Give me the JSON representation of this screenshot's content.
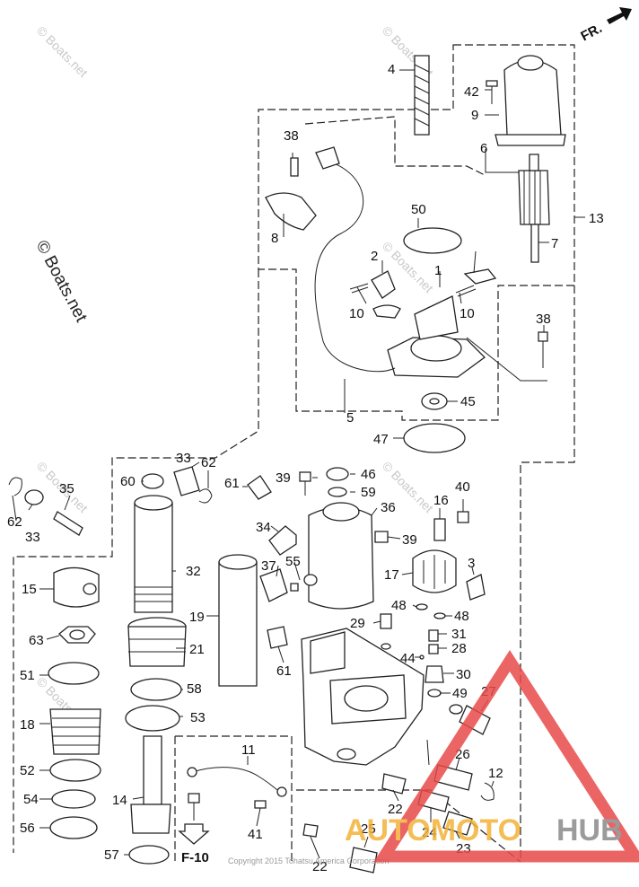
{
  "watermark": {
    "side_text": "© Boats.net",
    "tile_text": "© Boats.net"
  },
  "front_indicator": {
    "label": "FR."
  },
  "reference": {
    "label": "F-10"
  },
  "copyright": "Copyright 2015 Tohatsu America Corporation",
  "brand": {
    "part1": "AUTOMOTO",
    "part2": "HUB"
  },
  "callouts": [
    "1",
    "2",
    "3",
    "4",
    "5",
    "6",
    "7",
    "8",
    "9",
    "10",
    "10",
    "11",
    "12",
    "13",
    "14",
    "15",
    "16",
    "17",
    "18",
    "19",
    "21",
    "22",
    "22",
    "23",
    "24",
    "25",
    "26",
    "27",
    "28",
    "29",
    "30",
    "31",
    "32",
    "33",
    "33",
    "34",
    "35",
    "36",
    "37",
    "38",
    "38",
    "39",
    "39",
    "40",
    "41",
    "42",
    "44",
    "45",
    "46",
    "47",
    "48",
    "48",
    "49",
    "50",
    "51",
    "52",
    "53",
    "54",
    "55",
    "56",
    "57",
    "58",
    "59",
    "60",
    "61",
    "61",
    "62",
    "62",
    "63"
  ]
}
